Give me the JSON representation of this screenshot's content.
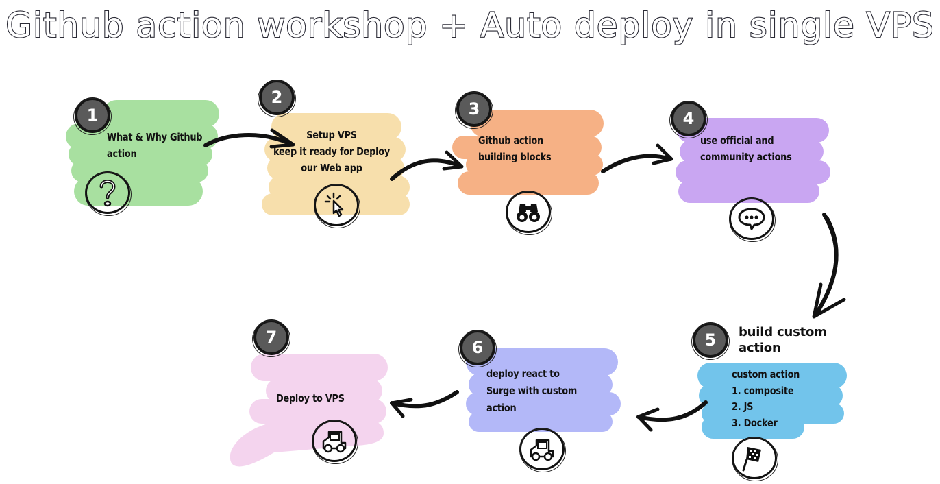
{
  "title": "Github action workshop + Auto deploy in single VPS",
  "colors": {
    "step1": "#a8e0a0",
    "step2": "#f7dfac",
    "step3": "#f6b185",
    "step4": "#c9a6f2",
    "step5": "#72c4eb",
    "step6": "#b3b8f8",
    "step7": "#f4d4ee",
    "badge": "#5a5a5a",
    "ink": "#111111"
  },
  "steps": [
    {
      "number": "1",
      "lines": [
        "What & Why  Github",
        "action"
      ],
      "icon": "question-mark-icon"
    },
    {
      "number": "2",
      "lines": [
        "Setup VPS",
        "keep it ready for Deploy",
        "our Web app"
      ],
      "icon": "cursor-click-icon"
    },
    {
      "number": "3",
      "lines": [
        "Github action",
        "building blocks"
      ],
      "icon": "binoculars-icon"
    },
    {
      "number": "4",
      "lines": [
        "use official and",
        "community actions"
      ],
      "icon": "chat-bubble-icon"
    },
    {
      "number": "5",
      "heading": [
        "build custom",
        "action"
      ],
      "lines": [
        "custom action",
        "1. composite",
        "2. JS",
        "3. Docker"
      ],
      "icon": "checkered-flag-icon"
    },
    {
      "number": "6",
      "lines": [
        "deploy react to",
        "Surge with custom",
        "action"
      ],
      "icon": "car-icon"
    },
    {
      "number": "7",
      "lines": [
        "Deploy to VPS"
      ],
      "icon": "car-icon"
    }
  ],
  "connections": [
    {
      "from": "1",
      "to": "2"
    },
    {
      "from": "2",
      "to": "3"
    },
    {
      "from": "3",
      "to": "4"
    },
    {
      "from": "4",
      "to": "5"
    },
    {
      "from": "5",
      "to": "6"
    },
    {
      "from": "6",
      "to": "7"
    }
  ]
}
